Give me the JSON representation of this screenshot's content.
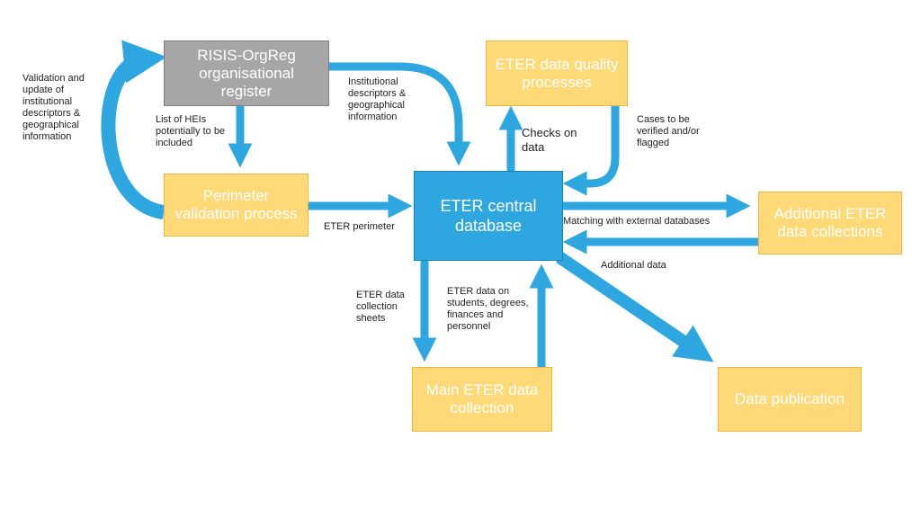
{
  "nodes": {
    "orgreg": "RISIS-OrgReg\norganisational\nregister",
    "perimeter": "Perimeter\nvalidation process",
    "central": "ETER central\ndatabase",
    "quality": "ETER data quality\nprocesses",
    "additional": "Additional ETER\ndata collections",
    "main": "Main ETER data\ncollection",
    "publication": "Data publication"
  },
  "labels": {
    "validation": "Validation and\nupdate of\ninstitutional\ndescriptors &\ngeographical\ninformation",
    "list_heis": "List of HEIs\npotentially to be\nincluded",
    "institutional": "Institutional\ndescriptors &\ngeographical\ninformation",
    "checks": "Checks on\ndata",
    "cases": "Cases to be\nverified and/or\nflagged",
    "perimeter_flow": "ETER perimeter",
    "matching": "Matching with external databases",
    "additional_data": "Additional data",
    "collection_sheets": "ETER data\ncollection\nsheets",
    "data_on": "ETER data on\nstudents, degrees,\nfinances and\npersonnel"
  },
  "colors": {
    "arrow": "#2ea7e0",
    "box_yellow": "#ffd978",
    "box_grey": "#a6a6a6",
    "box_blue": "#2ea7e0"
  }
}
